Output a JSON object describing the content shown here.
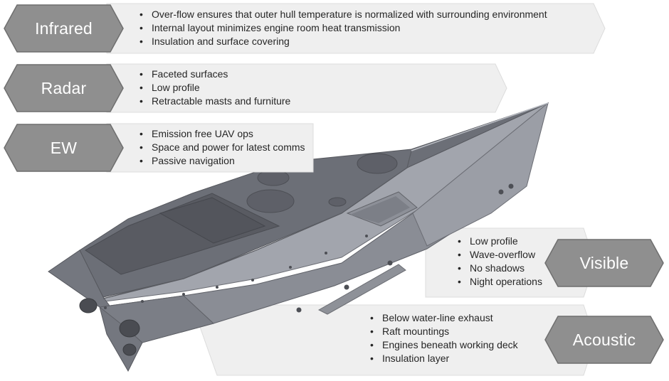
{
  "colors": {
    "tag_fill": "#8f8f8f",
    "tag_stroke": "#6f6f6f",
    "band_fill": "#efefef",
    "band_stroke": "#dcdcdc",
    "hull_dark": "#5d5f66",
    "hull_mid": "#80838b",
    "hull_light": "#a3a6ae",
    "text": "#262626"
  },
  "callouts": {
    "infrared": {
      "label": "Infrared",
      "items": [
        "Over-flow ensures that outer hull temperature is normalized with surrounding environment",
        "Internal layout minimizes engine room heat transmission",
        "Insulation and surface covering"
      ]
    },
    "radar": {
      "label": "Radar",
      "items": [
        "Faceted surfaces",
        "Low profile",
        "Retractable masts and furniture"
      ]
    },
    "ew": {
      "label": "EW",
      "items": [
        "Emission free UAV ops",
        "Space and power for latest comms",
        "Passive navigation"
      ]
    },
    "visible": {
      "label": "Visible",
      "items": [
        "Low profile",
        "Wave-overflow",
        "No shadows",
        "Night operations"
      ]
    },
    "acoustic": {
      "label": "Acoustic",
      "items": [
        "Below water-line exhaust",
        "Raft mountings",
        "Engines beneath working deck",
        "Insulation layer"
      ]
    }
  }
}
